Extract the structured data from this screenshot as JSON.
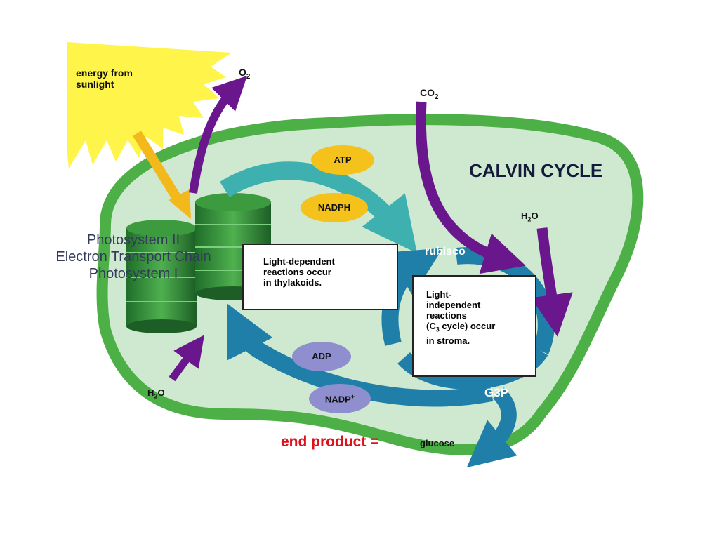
{
  "labels": {
    "sun": "energy from sunlight",
    "o2": "O",
    "o2_sub": "2",
    "co2": "CO",
    "co2_sub": "2",
    "calvin": "CALVIN CYCLE",
    "h2o_top": "H",
    "h2o_top_sub": "2",
    "h2o_top_end": "O",
    "h2o_bottom": "H",
    "h2o_bottom_sub": "2",
    "h2o_bottom_end": "O",
    "photosystem_lines": [
      "Photosystem II",
      "Electron Transport Chain",
      "Photosystem I"
    ],
    "atp": "ATP",
    "nadph": "NADPH",
    "adp": "ADP",
    "nadp": "NADP",
    "nadp_sup": "+",
    "rubisco": "rubisco",
    "g3p": "G3P",
    "box_light_dependent": [
      "Light-dependent",
      "reactions occur",
      "in thylakoids."
    ],
    "box_light_independent": [
      "Light-",
      "independent",
      "reactions",
      "(C",
      "3",
      " cycle) occur",
      "in stroma."
    ],
    "end_product": "end product =",
    "glucose": "glucose"
  },
  "colors": {
    "chloroplast_outer": "#4db046",
    "chloroplast_inner": "#cfe9d0",
    "sun": "#fff44a",
    "sun_arrow": "#f3b81b",
    "purple_arrow": "#6a168c",
    "teal_arrow": "#3fb0b0",
    "blue_arrow": "#1f7fa8",
    "yellow_pill": "#f5c21b",
    "lavender_pill": "#8f8fcf",
    "thylakoid": "#2f8a3a",
    "end_product": "#e0101a"
  }
}
